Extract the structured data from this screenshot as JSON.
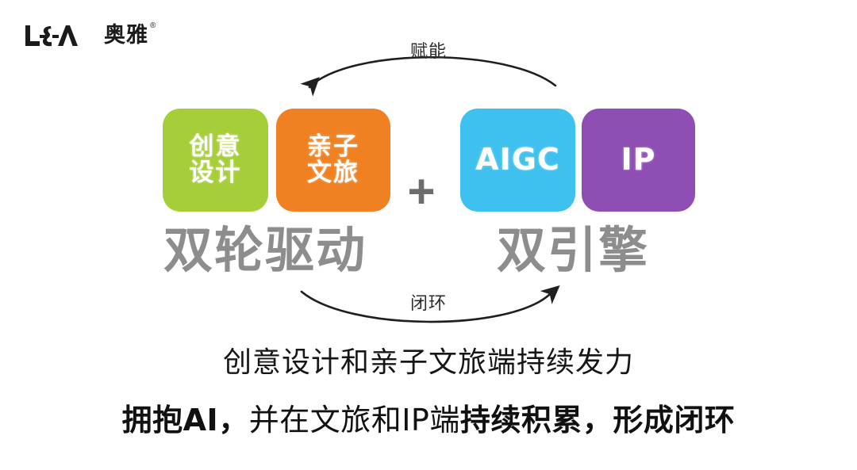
{
  "logo": {
    "mark_text": "L&A",
    "name": "奥雅",
    "trademark": "®",
    "icon": "lea-logo-icon"
  },
  "diagram": {
    "arc_top_label": "赋能",
    "arc_bottom_label": "闭环",
    "operator": "+",
    "tiles": [
      {
        "id": "creative",
        "lines": [
          "创意",
          "设计"
        ],
        "color": "#a6ce39",
        "text_color": "#ffffff"
      },
      {
        "id": "family",
        "lines": [
          "亲子",
          "文旅"
        ],
        "color": "#ef8122",
        "text_color": "#ffffff"
      },
      {
        "id": "aigc",
        "lines": [
          "AIGC"
        ],
        "color": "#3ec1ee",
        "text_color": "#ffffff"
      },
      {
        "id": "ip",
        "lines": [
          "IP"
        ],
        "color": "#8e4eb4",
        "text_color": "#ffffff"
      }
    ],
    "heading_left": "双轮驱动",
    "heading_right": "双引擎",
    "heading_color": "#8d8d8d",
    "arrow_color": "#1f1f1f"
  },
  "captions": {
    "line1": "创意设计和亲子文旅端持续发力",
    "line2": {
      "part1": "拥抱AI，",
      "part2": "并在文旅和IP端",
      "part3": "持续积累，形成闭环"
    }
  },
  "background_color": "#ffffff"
}
